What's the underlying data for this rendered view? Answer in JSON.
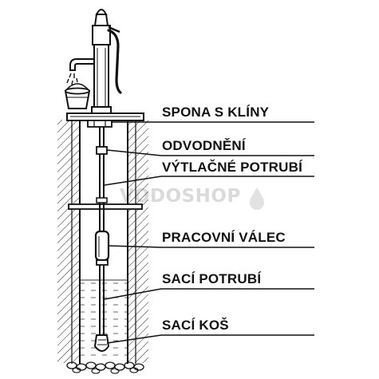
{
  "labels": {
    "clamp": "SPONA S KLÍNY",
    "drain": "ODVODNĚNÍ",
    "discharge_pipe": "VÝTLAČNÉ POTRUBÍ",
    "working_cylinder": "PRACOVNÍ VÁLEC",
    "suction_pipe": "SACÍ POTRUBÍ",
    "suction_strainer": "SACÍ KOŠ"
  },
  "watermark": "VODOSHOP"
}
